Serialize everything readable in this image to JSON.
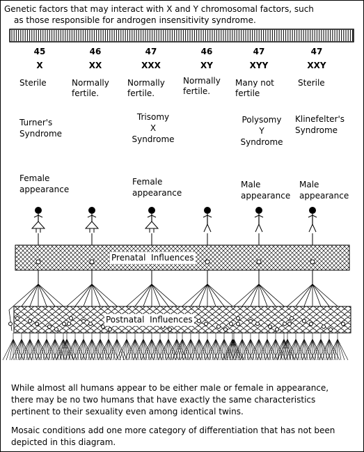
{
  "header": {
    "line1": "Genetic factors that may interact with X and Y chromosomal factors, such",
    "line2": "as those responsible for androgen insensitivity syndrome."
  },
  "columns": [
    {
      "count": "45",
      "karyotype": "X",
      "fertility": [
        "Sterile"
      ],
      "syndrome": [
        "Turner's",
        "Syndrome"
      ],
      "appearance": [
        "Female",
        "appearance"
      ],
      "sex": "female"
    },
    {
      "count": "46",
      "karyotype": "XX",
      "fertility": [
        "Normally",
        "fertile."
      ],
      "syndrome": [],
      "appearance": [],
      "sex": "female"
    },
    {
      "count": "47",
      "karyotype": "XXX",
      "fertility": [
        "Normally",
        "fertile."
      ],
      "syndrome": [
        "Trisomy",
        "X",
        "Syndrome"
      ],
      "appearance": [
        "Female",
        "appearance"
      ],
      "sex": "female"
    },
    {
      "count": "46",
      "karyotype": "XY",
      "fertility": [
        "Normally",
        "fertile."
      ],
      "syndrome": [],
      "appearance": [],
      "sex": "male"
    },
    {
      "count": "47",
      "karyotype": "XYY",
      "fertility": [
        "Many not",
        "fertile"
      ],
      "syndrome": [
        "Polysomy",
        "Y",
        "Syndrome"
      ],
      "appearance": [
        "Male",
        "appearance"
      ],
      "sex": "male"
    },
    {
      "count": "47",
      "karyotype": "XXY",
      "fertility": [
        "Sterile"
      ],
      "syndrome": [
        "Klinefelter's",
        "Syndrome"
      ],
      "appearance": [
        "Male",
        "appearance"
      ],
      "sex": "male"
    }
  ],
  "bands": {
    "prenatal": "Prenatal  Influences",
    "postnatal": "Postnatal  Influences"
  },
  "footer": {
    "p1_line1": "While almost all humans appear to be either male or female in appearance,",
    "p1_line2": "there may be no two humans that have exactly the same characteristics",
    "p1_line3": "pertinent to their sexuality even among identical twins.",
    "p2_line1": "Mosaic conditions add one more category of differentiation that has not been",
    "p2_line2": "depicted in this diagram."
  }
}
